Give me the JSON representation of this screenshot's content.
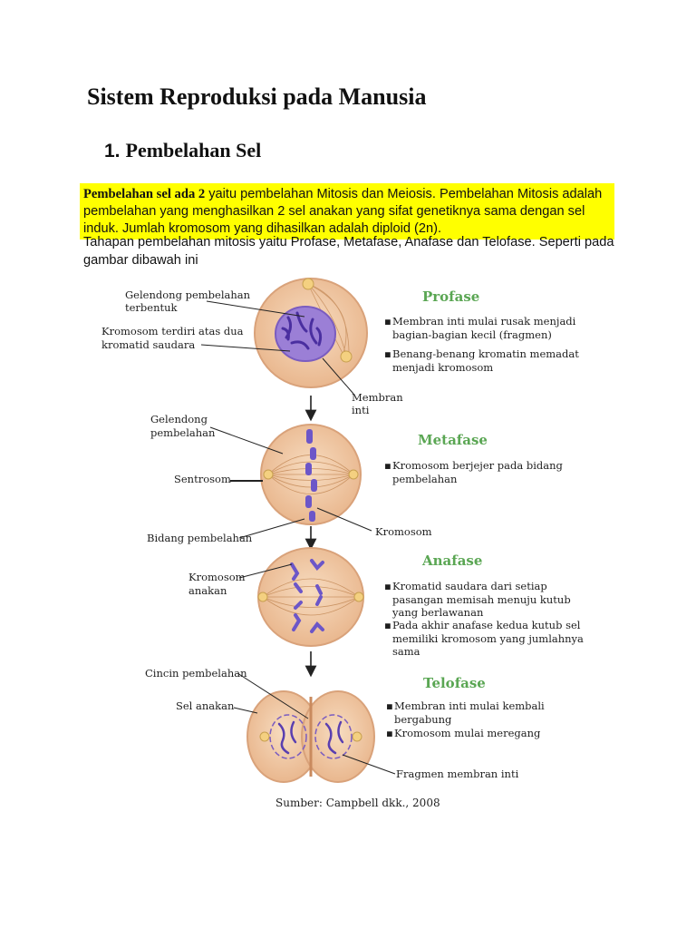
{
  "title": "Sistem Reproduksi pada Manusia",
  "section": {
    "number": "1.",
    "label": "Pembelahan Sel"
  },
  "highlight": {
    "lead": "Pembelahan sel ada 2",
    "rest": "yaitu pembelahan Mitosis dan Meiosis. Pembelahan Mitosis adalah pembelahan yang menghasilkan 2 sel anakan yang sifat genetiknya sama dengan sel induk. Jumlah kromosom yang dihasilkan adalah diploid (2n)."
  },
  "paragraph": "Tahapan pembelahan mitosis yaitu Profase, Metafase, Anafase dan Telofase. Seperti pada gambar dibawah ini",
  "figure": {
    "profase": {
      "title": "Profase",
      "labels": {
        "gelendong_1": "Gelendong pembelahan",
        "gelendong_2": "terbentuk",
        "kromosom_1": "Kromosom terdiri atas dua",
        "kromosom_2": "kromatid saudara",
        "membran_1": "Membran",
        "membran_2": "inti"
      },
      "bullets": [
        "Membran inti mulai rusak menjadi",
        "bagian-bagian kecil (fragmen)",
        "Benang-benang kromatin memadat",
        "menjadi kromosom"
      ]
    },
    "metafase": {
      "title": "Metafase",
      "labels": {
        "gelendong_1": "Gelendong",
        "gelendong_2": "pembelahan",
        "sentrosom": "Sentrosom",
        "bidang": "Bidang pembelahan",
        "kromosom": "Kromosom"
      },
      "bullets": [
        "Kromosom berjejer pada bidang",
        "pembelahan"
      ]
    },
    "anafase": {
      "title": "Anafase",
      "labels": {
        "kromosom_1": "Kromosom",
        "kromosom_2": "anakan"
      },
      "bullets": [
        "Kromatid saudara dari setiap",
        "pasangan memisah menuju kutub",
        "yang berlawanan",
        "Pada akhir anafase kedua kutub sel",
        "memiliki kromosom yang jumlahnya",
        "sama"
      ]
    },
    "telofase": {
      "title": "Telofase",
      "labels": {
        "cincin": "Cincin pembelahan",
        "sel_anakan": "Sel anakan",
        "fragmen": "Fragmen membran inti"
      },
      "bullets": [
        "Membran inti mulai kembali",
        "bergabung",
        "Kromosom mulai meregang"
      ]
    },
    "source": "Sumber: Campbell dkk., 2008"
  },
  "colors": {
    "highlight": "#ffff00",
    "phase_title": "#5aa653",
    "cell_fill": "#efc6a0",
    "cell_edge": "#dca57c",
    "chromosome": "#7159c8",
    "nucleus": "#9b7fd6"
  }
}
